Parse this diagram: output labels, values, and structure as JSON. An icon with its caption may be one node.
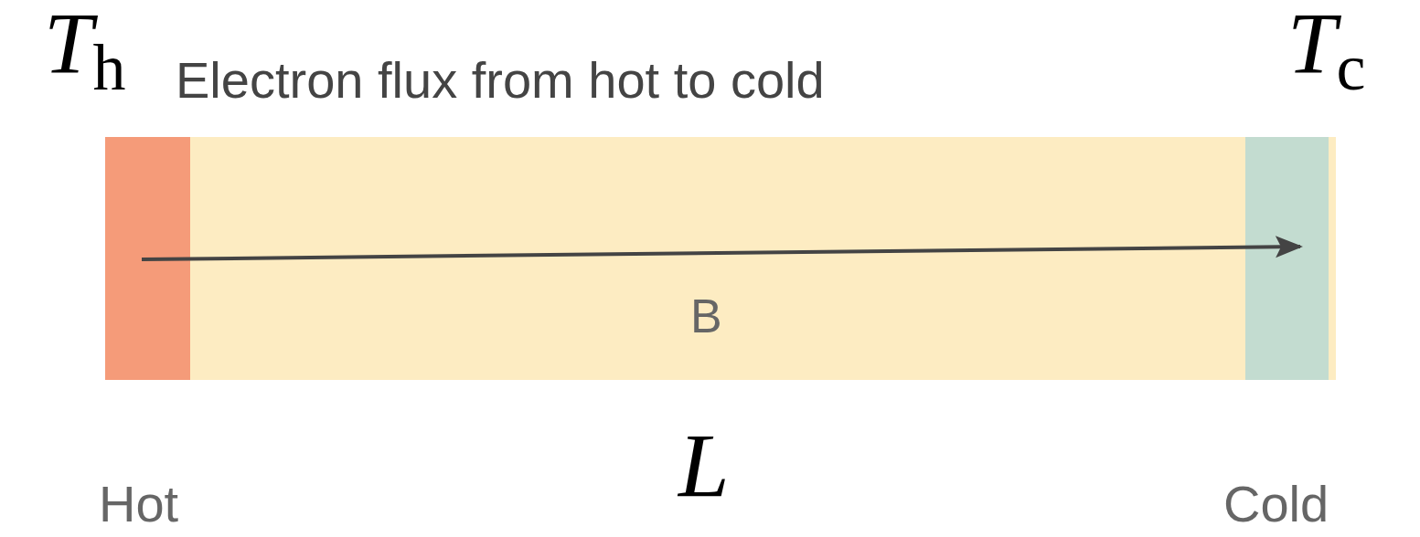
{
  "diagram": {
    "nodes": [
      {
        "text": [
          "B"
        ]
      },
      {
        "text": [],
        "shape": "box",
        "in": 0,
        "beside": [
          "Hot"
        ]
      },
      {
        "text": [],
        "shape": "box",
        "in": 0,
        "beside": [
          "Cold"
        ]
      }
    ],
    "edges": [
      {
        "from": 1,
        "to": 2,
        "arrow": "to"
      }
    ],
    "labels": [
      "*T*$_{h}$",
      "Electron flux from hot to cold",
      "*T*$_{c}$",
      "L"
    ]
  }
}
